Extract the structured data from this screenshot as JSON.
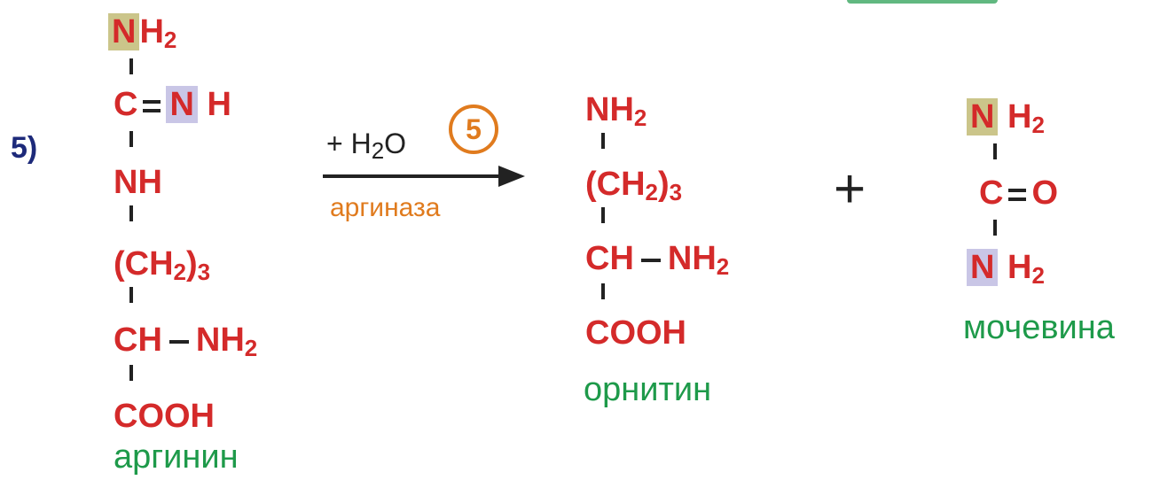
{
  "step_label": "5)",
  "arginine": {
    "r1": {
      "n": "N",
      "h2": "H",
      "sub": "2"
    },
    "r2": {
      "c": "C",
      "n": "N",
      "h": "H"
    },
    "r3": "NH",
    "r4": {
      "pre": "(CH",
      "sub": "2",
      "post": ")",
      "sub2": "3"
    },
    "r5": {
      "ch": "CH",
      "nh": "NH",
      "sub": "2"
    },
    "r6": "COOH",
    "name": "аргинин"
  },
  "reaction": {
    "reagent_plus": "+ H",
    "reagent_sub": "2",
    "reagent_o": "O",
    "enzyme_number": "5",
    "enzyme": "аргиназа"
  },
  "ornithine": {
    "r1": {
      "nh": "NH",
      "sub": "2"
    },
    "r2": {
      "pre": "(CH",
      "sub": "2",
      "post": ")",
      "sub2": "3"
    },
    "r3": {
      "ch": "CH",
      "nh": "NH",
      "sub": "2"
    },
    "r4": "COOH",
    "name": "орнитин"
  },
  "plus_sign": "+",
  "urea": {
    "r1": {
      "n": "N",
      "h": "H",
      "sub": "2"
    },
    "r2": {
      "c": "C",
      "o": "O"
    },
    "r3": {
      "n": "N",
      "h": "H",
      "sub": "2"
    },
    "name": "мочевина"
  }
}
